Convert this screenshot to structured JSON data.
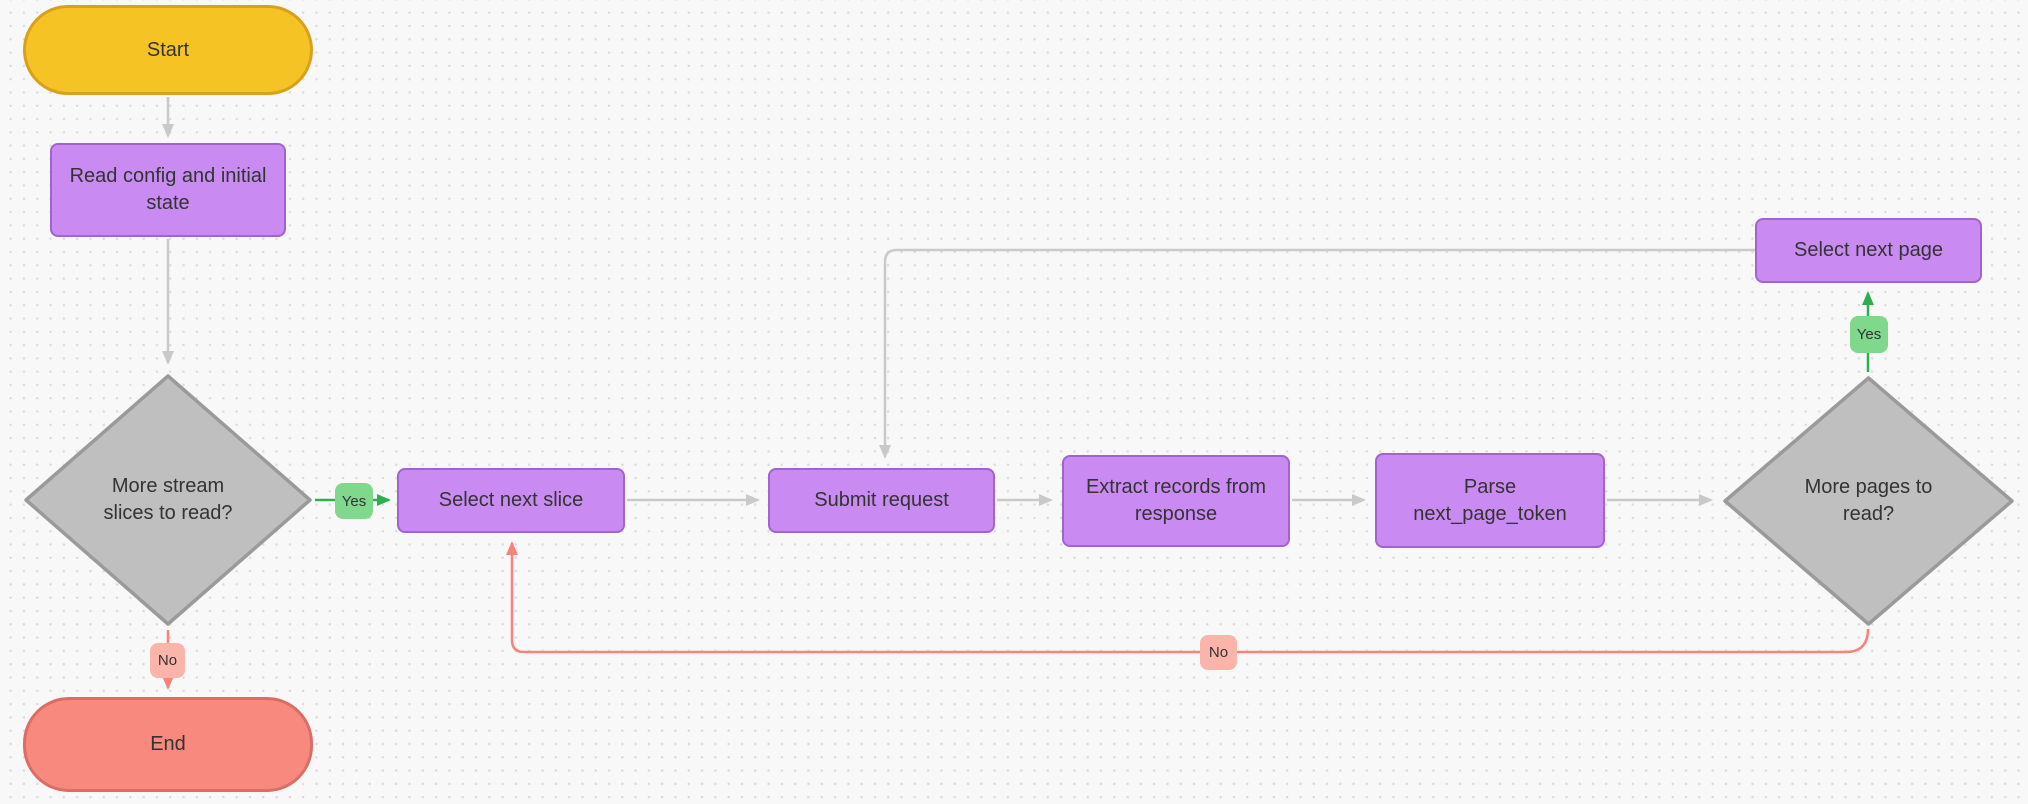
{
  "diagram": {
    "nodes": {
      "start": {
        "label": "Start",
        "type": "terminator"
      },
      "read_config": {
        "label": "Read config and initial state",
        "type": "process"
      },
      "more_slices": {
        "label": "More stream slices to read?",
        "type": "decision"
      },
      "select_next_slice": {
        "label": "Select next slice",
        "type": "process"
      },
      "submit_request": {
        "label": "Submit request",
        "type": "process"
      },
      "extract_records": {
        "label": "Extract records from response",
        "type": "process"
      },
      "parse_token": {
        "label": "Parse next_page_token",
        "type": "process"
      },
      "more_pages": {
        "label": "More pages to read?",
        "type": "decision"
      },
      "select_next_page": {
        "label": "Select next page",
        "type": "process"
      },
      "end": {
        "label": "End",
        "type": "terminator"
      }
    },
    "edge_labels": {
      "yes_slices": "Yes",
      "no_slices": "No",
      "yes_pages": "Yes",
      "no_pages": "No"
    },
    "colors": {
      "terminal_start_fill": "#f6c324",
      "terminal_start_border": "#d9a01c",
      "terminal_end_fill": "#f8897e",
      "terminal_end_border": "#da6e64",
      "process_fill": "#c98bf2",
      "process_border": "#a263cc",
      "decision_fill": "#bfbfbf",
      "decision_border": "#9a9a9a",
      "yes_badge": "#7fd88c",
      "no_badge": "#fbb4a9",
      "edge_gray": "#c9c9c9",
      "edge_green": "#2eae4e",
      "edge_red": "#f9827a",
      "text_color": "#333333",
      "dot_color": "#dcdcdc"
    }
  }
}
